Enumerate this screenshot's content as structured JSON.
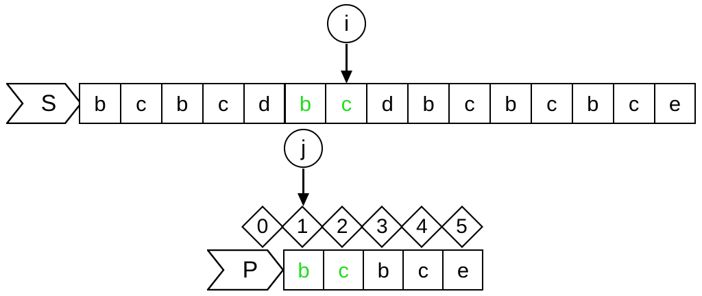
{
  "diagram": {
    "title": "string-matching-pointer-diagram",
    "colors": {
      "highlight": "#22dd22",
      "stroke": "#000000",
      "background": "#ffffff"
    }
  },
  "text_array": {
    "label": "S",
    "cells": [
      {
        "index": 0,
        "value": "b",
        "highlighted": false
      },
      {
        "index": 1,
        "value": "c",
        "highlighted": false
      },
      {
        "index": 2,
        "value": "b",
        "highlighted": false
      },
      {
        "index": 3,
        "value": "c",
        "highlighted": false
      },
      {
        "index": 4,
        "value": "d",
        "highlighted": false
      },
      {
        "index": 5,
        "value": "b",
        "highlighted": true
      },
      {
        "index": 6,
        "value": "c",
        "highlighted": true
      },
      {
        "index": 7,
        "value": "d",
        "highlighted": false
      },
      {
        "index": 8,
        "value": "b",
        "highlighted": false
      },
      {
        "index": 9,
        "value": "c",
        "highlighted": false
      },
      {
        "index": 10,
        "value": "b",
        "highlighted": false
      },
      {
        "index": 11,
        "value": "c",
        "highlighted": false
      },
      {
        "index": 12,
        "value": "b",
        "highlighted": false
      },
      {
        "index": 13,
        "value": "c",
        "highlighted": false
      },
      {
        "index": 14,
        "value": "e",
        "highlighted": false
      }
    ]
  },
  "pattern_array": {
    "label": "P",
    "cells": [
      {
        "index": 0,
        "value": "b",
        "highlighted": true
      },
      {
        "index": 1,
        "value": "c",
        "highlighted": true
      },
      {
        "index": 2,
        "value": "b",
        "highlighted": false
      },
      {
        "index": 3,
        "value": "c",
        "highlighted": false
      },
      {
        "index": 4,
        "value": "e",
        "highlighted": false
      }
    ]
  },
  "pattern_positions": {
    "labels": [
      "0",
      "1",
      "2",
      "3",
      "4",
      "5"
    ]
  },
  "pointers": {
    "i": {
      "label": "i",
      "points_to_text_index": 6
    },
    "j": {
      "label": "j",
      "points_to_position": 1
    }
  }
}
